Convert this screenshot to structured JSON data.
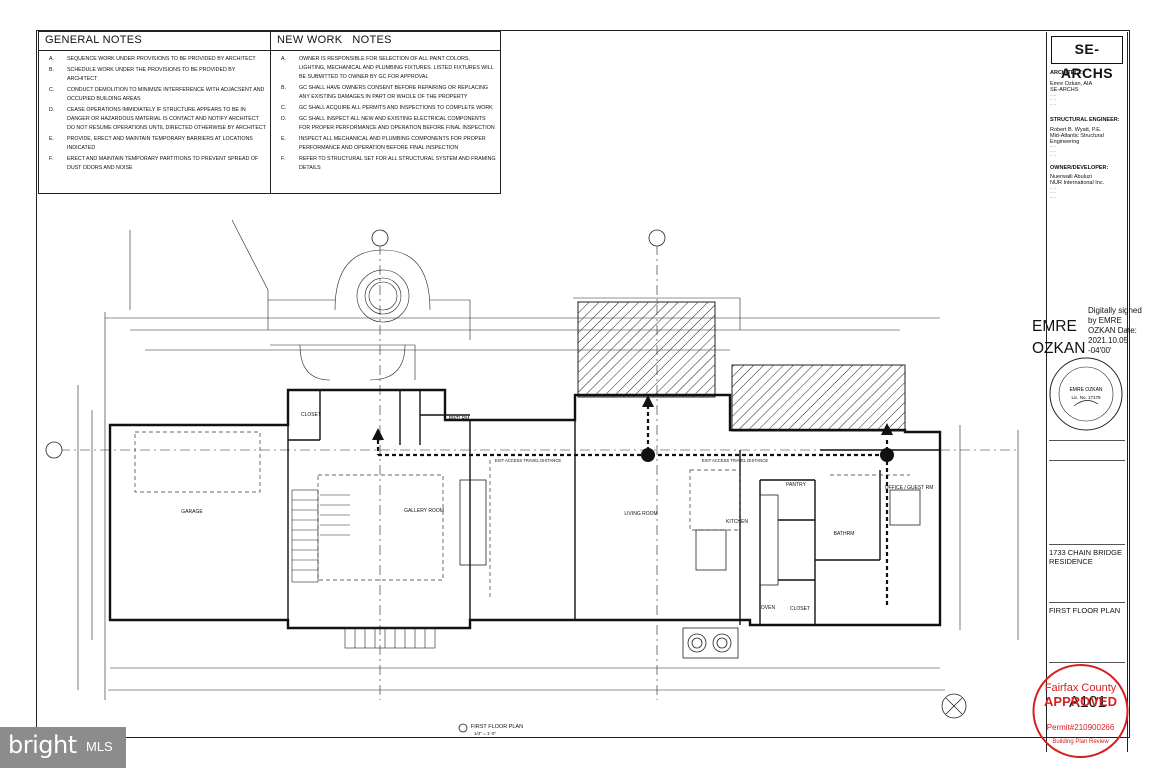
{
  "general_notes": {
    "title": "GENERAL NOTES",
    "items": [
      {
        "letter": "A.",
        "text": "SEQUENCE WORK UNDER PROVISIONS TO BE PROVIDED BY ARCHITECT"
      },
      {
        "letter": "B.",
        "text": "SCHEDULE WORK UNDER THE PROVISIONS TO BE PROVIDED BY ARCHITECT"
      },
      {
        "letter": "C.",
        "text": "CONDUCT DEMOLITION TO MINIMIZE INTERFERENCE WITH ADJACSENT AND OCCUPIED BUILDING AREAS"
      },
      {
        "letter": "D.",
        "text": "CEASE OPERATIONS IMMIDIATELY IF STRUCTURE APPEARS TO BE IN DANGER OR HAZARDOUS MATERIAL  IS CONTACT AND NOTIFY ARCHITECT DO NOT RESUME OPERATIONS UNTIL DIRECTED OTHERWISE BY ARCHITECT"
      },
      {
        "letter": "E.",
        "text": "PROVIDE, ERECT AND MAINTAIN TEMPORARY BARRIERS AT LOCATIONS INDICATED"
      },
      {
        "letter": "F.",
        "text": "ERECT AND MAINTAIN TEMPORARY PARTITIONS TO PREVENT SPREAD OF DUST ODORS AND NOISE"
      }
    ]
  },
  "new_work_notes": {
    "title": "NEW WORK   NOTES",
    "items": [
      {
        "letter": "A.",
        "text": "OWNER IS RESPONSIBLE FOR SELECTION OF ALL PAINT COLORS, LIGHTING, MECHANICAL AND PLUMBING FIXTURES. LISTED FIXTURES WILL BE SUBMITTED TO OWNER BY GC FOR APPROVAL"
      },
      {
        "letter": "B.",
        "text": "GC SHALL HAVE OWNERS CONSENT BEFORE REPAIRING OR REPLACING ANY EXISTING DAMAGES IN PART OR WHOLE OF THE PROPERTY"
      },
      {
        "letter": "C.",
        "text": "GC SHALL ACQUIRE ALL PERMITS AND INSPECTIONS TO COMPLETE WORK"
      },
      {
        "letter": "D.",
        "text": "GC SHALL INSPECT ALL NEW AND EXISTING ELECTRICAL COMPONENTS FOR PROPER PERFORMANCE AND OPERATION BEFORE FINAL INSPECTION"
      },
      {
        "letter": "E.",
        "text": "INSPECT ALL MECHANICAL AND PLUMBING COMPONENTS FOR PROPER PERFORMANCE AND OPERATION BEFORE FINAL INSPECTION"
      },
      {
        "letter": "F.",
        "text": "REFER TO STRUCTURAL SET FOR ALL STRUCTURAL SYSTEM AND FRAMING DETAILS"
      }
    ]
  },
  "plan": {
    "rooms": {
      "garage": "GARAGE",
      "closet_1": "CLOSET",
      "pwd_rm": "PWD RM",
      "gallery_room": "GALLERY ROOM",
      "living_room": "LIVING ROOM",
      "kitchen": "KITCHEN",
      "pantry": "PANTRY",
      "office": "OFFICE / GUEST RM",
      "bathrm": "BATHRM",
      "closet_2": "CLOSET",
      "oven": "OVEN"
    },
    "travel_1": "EXIT ACCESS TRAVEL DISTANCE",
    "travel_2": "EXIT ACCESS TRAVEL DISTANCE",
    "plan_title": "FIRST FLOOR PLAN",
    "scale": "1/4\" = 1'-0\""
  },
  "title_block": {
    "logo": "SE-ARCHS",
    "architect_heading": "ARCHITECT:",
    "architect_name": "Emre Ozkan, AIA",
    "architect_firm": "SE-ARCHS",
    "structural_heading": "STRUCTURAL ENGINEER:",
    "structural_name": "Robert B. Wyatt, P.E.",
    "structural_firm": "Mid-Atlantic Structural Engineering",
    "owner_heading": "OWNER/DEVELOPER:",
    "owner_name": "Nuerwaili Abuluzi",
    "owner_firm": "NUR International Inc.",
    "project": "1733 CHAIN BRIDGE RESIDENCE",
    "sheet_title": "FIRST FLOOR PLAN",
    "sheet_number": "A101"
  },
  "signature": {
    "name_big_1": "EMRE",
    "name_big_2": "OZKAN",
    "signed_text": "Digitally signed by EMRE OZKAN Date: 2021.10.05 -04'00'",
    "seal_name": "EMRE OZKAN",
    "seal_lic": "Lic. No. 17179"
  },
  "approval_stamp": {
    "county": "Fairfax County",
    "status": "APPROVED",
    "permit": "Permit#210900266",
    "review": "Building Plan Review",
    "color": "#d62020"
  },
  "watermark": {
    "brand": "bright",
    "suffix": "MLS"
  }
}
